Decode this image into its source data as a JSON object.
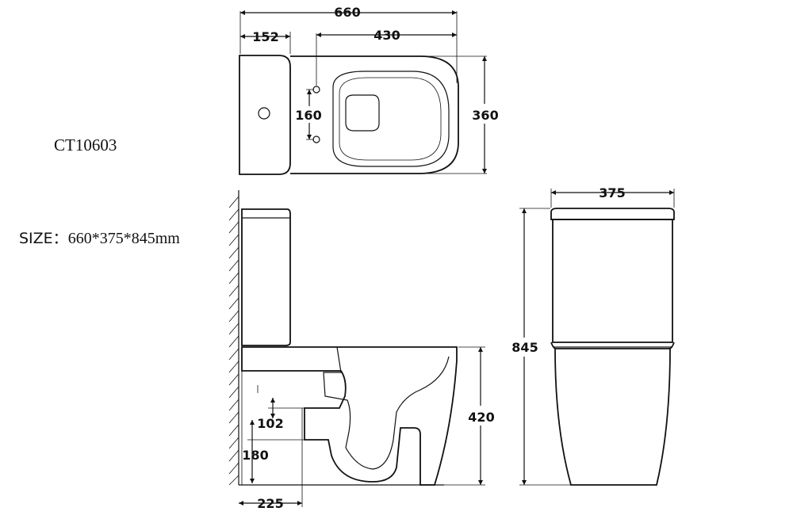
{
  "model": "CT10603",
  "size": {
    "label": "SIZE：",
    "value": "660*375*845mm"
  },
  "dimensions": {
    "overall_length": "660",
    "tank_depth": "152",
    "bowl_length": "430",
    "seat_hole_spacing": "160",
    "overall_width": "360",
    "front_width": "375",
    "total_height": "845",
    "seat_height": "420",
    "outlet_height_102": "102",
    "outlet_height_180": "180",
    "rough_in": "225"
  }
}
